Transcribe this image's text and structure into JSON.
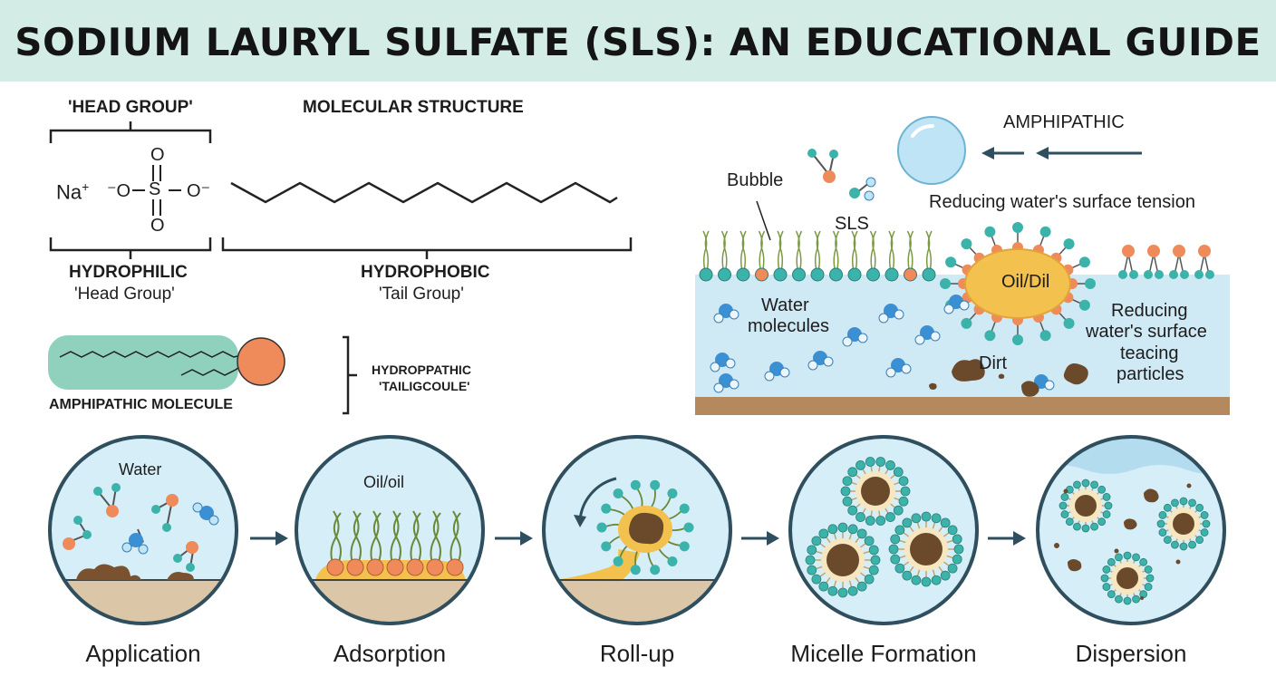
{
  "title": "SODIUM LAURYL SULFATE (SLS): AN EDUCATIONAL GUIDE",
  "structure": {
    "head_bracket_label": "'HEAD GROUP'",
    "molecular_structure_label": "MOLECULAR STRUCTURE",
    "na": "Na",
    "na_sup": "+",
    "o_minus_left": "⁻O",
    "s": "S",
    "o_minus_right": "O⁻",
    "o_top": "O",
    "o_bottom": "O",
    "hydrophilic": "HYDROPHILIC",
    "head_group": "'Head Group'",
    "hydrophobic": "HYDROPHOBIC",
    "tail_group": "'Tail Group'"
  },
  "amphipathic": {
    "molecule_label": "AMPHIPATHIC MOLECULE",
    "hydropathic": "HYDROPPATHIC",
    "tail_label": "'TAILIGCOULE'"
  },
  "surface": {
    "amphipathic": "AMPHIPATHIC",
    "tension_top": "Reducing water's surface tension",
    "bubble": "Bubble",
    "sls": "SLS",
    "oil": "Oil/Dil",
    "water_molecules_1": "Water",
    "water_molecules_2": "molecules",
    "dirt": "Dirt",
    "reducing_1": "Reducing",
    "reducing_2": "water's surface",
    "reducing_3": "teacing",
    "reducing_4": "particles"
  },
  "stages": [
    {
      "label": "Application",
      "inner": "Water"
    },
    {
      "label": "Adsorption",
      "inner": "Oil/oil"
    },
    {
      "label": "Roll-up",
      "inner": ""
    },
    {
      "label": "Micelle Formation",
      "inner": ""
    },
    {
      "label": "Dispersion",
      "inner": ""
    }
  ],
  "colors": {
    "banner": "#d3ede6",
    "water": "#cfe9f5",
    "head_teal": "#3bb3aa",
    "head_orange": "#ef8a5b",
    "tail_green": "#6a8a3a",
    "oil": "#f2c14e",
    "dirt": "#6b4a2b",
    "ground": "#b5895e"
  }
}
